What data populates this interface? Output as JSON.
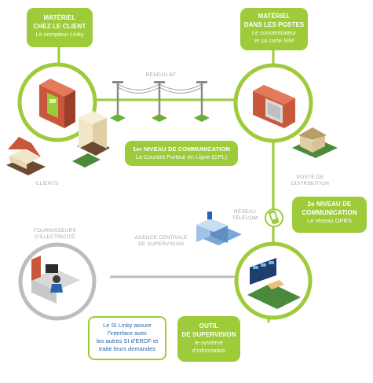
{
  "colors": {
    "green": "#9ecb3a",
    "blue": "#2a63ae",
    "grey": "#a8a8a8",
    "dark_grey": "#bdbdbd"
  },
  "box_client": {
    "title_line1": "MATÉRIEL",
    "title_line2": "CHEZ LE CLIENT",
    "subtitle": "Le compteur Linky"
  },
  "box_postes": {
    "title_line1": "MATÉRIEL",
    "title_line2": "DANS LES POSTES",
    "subtitle_line1": "Le concentrateur",
    "subtitle_line2": "et sa carte SIM"
  },
  "box_cpl": {
    "title": "1er NIVEAU DE COMMUNICATION",
    "subtitle": "Le Courant Porteur en Ligne (CPL)"
  },
  "box_gprs": {
    "title_line1": "2e NIVEAU DE",
    "title_line2": "COMMUNICATION",
    "subtitle": "Le réseau GPRS"
  },
  "box_supervision": {
    "title_line1": "OUTIL",
    "title_line2": "DE SUPERVISION",
    "subtitle_line1": "le système",
    "subtitle_line2": "d’information"
  },
  "box_si": {
    "line1": "Le SI Linky assure",
    "line2": "l’interface avec",
    "line3": "les autres SI d’ERDF et",
    "line4": "traite leurs demandes"
  },
  "labels": {
    "reseau_bt": "RÉSEAU BT",
    "clients": "CLIENTS",
    "poste_line1": "POSTE DE",
    "poste_line2": "DISTRIBUTION",
    "telecom_line1": "RÉSEAU",
    "telecom_line2": "TÉLÉCOM",
    "fournisseurs_line1": "FOURNISSEURS",
    "fournisseurs_line2": "D’ÉLECTRICITÉ",
    "agence_line1": "AGENCE CENTRALE",
    "agence_line2": "DE SUPERVISION"
  }
}
